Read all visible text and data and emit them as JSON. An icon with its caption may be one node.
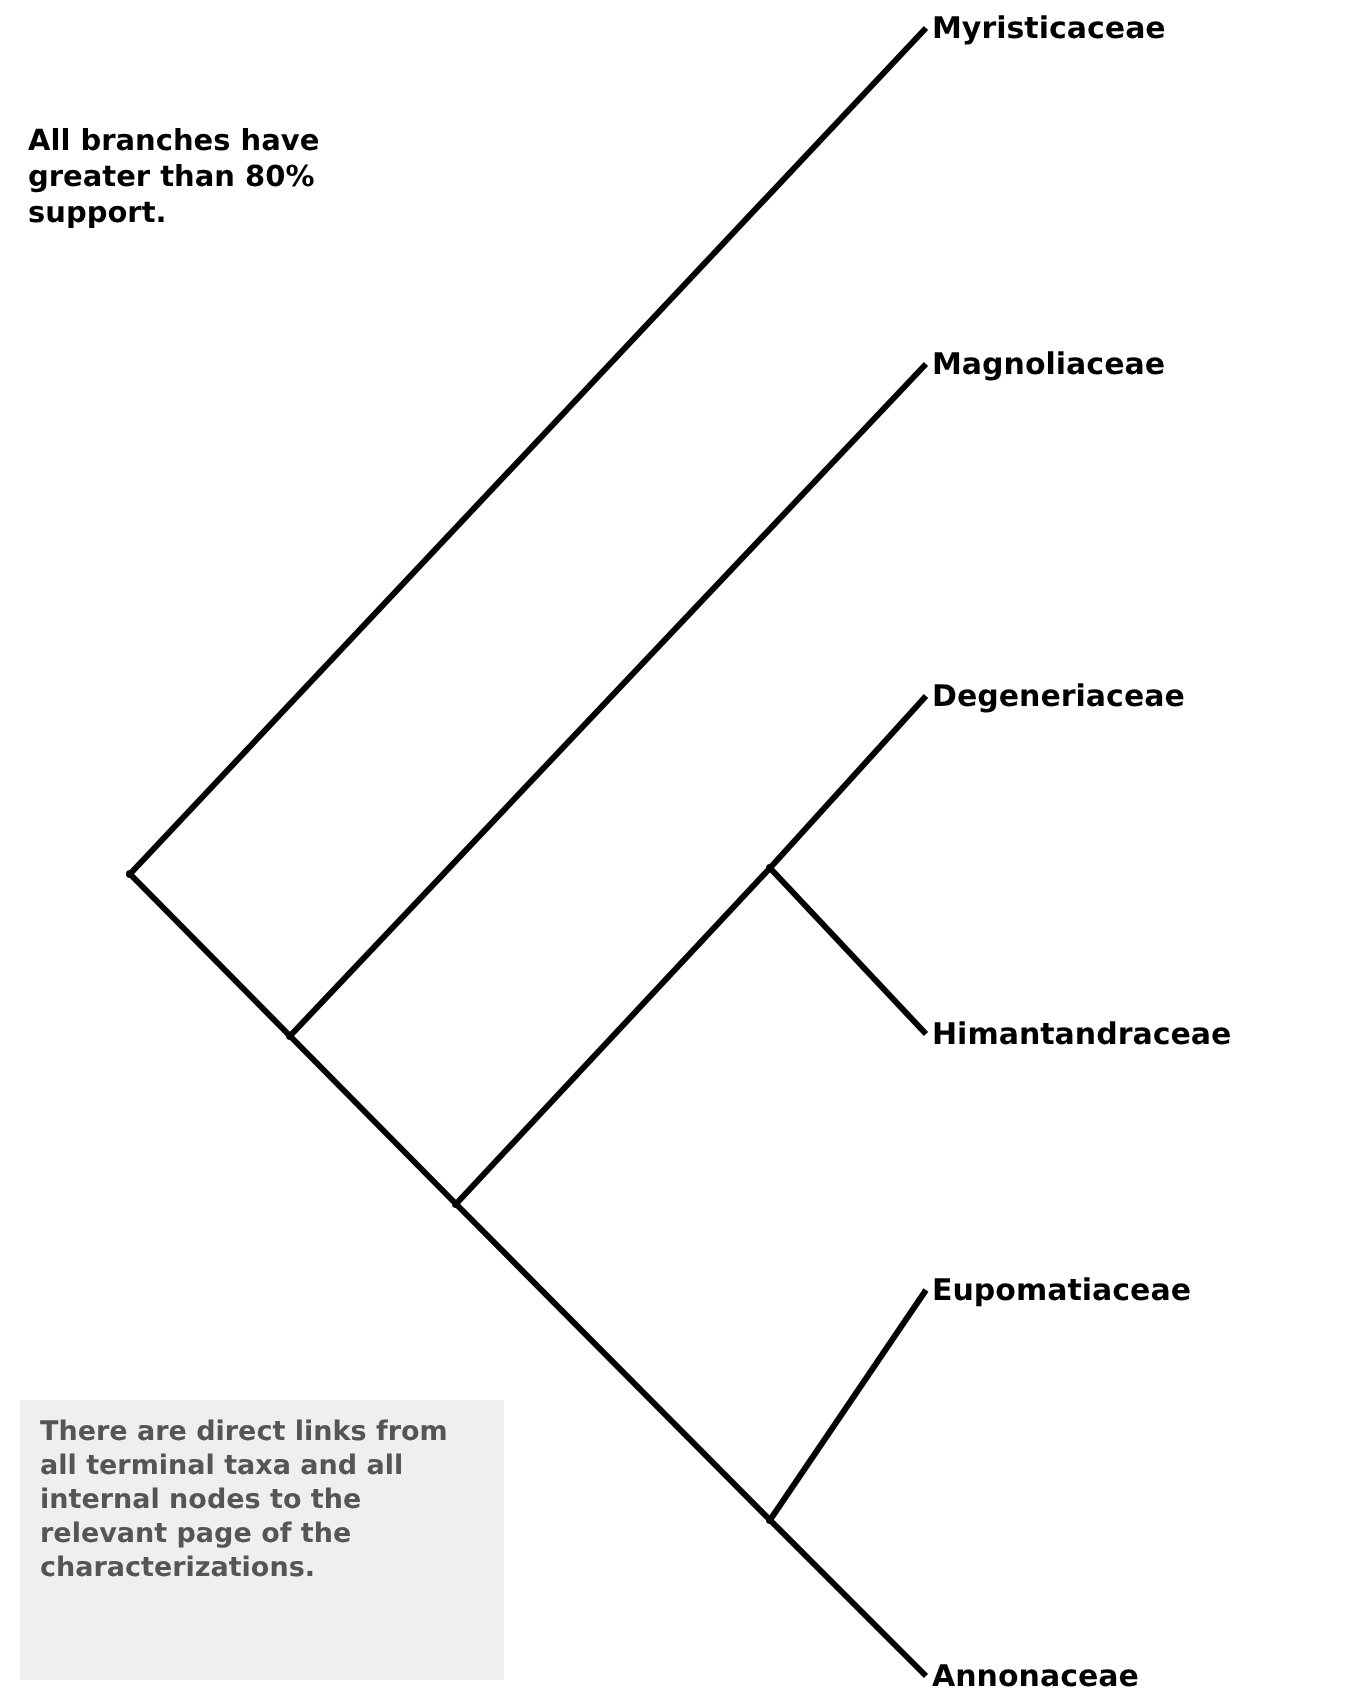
{
  "diagram": {
    "nodes": [
      {
        "text": [
          "Myristicaceae"
        ]
      },
      {
        "text": [
          "Magnoliaceae"
        ]
      },
      {
        "text": [
          "Degeneriaceae"
        ]
      },
      {
        "text": [
          "Himantandraceae"
        ]
      },
      {
        "text": [
          "Eupomatiaceae"
        ]
      },
      {
        "text": [
          "Annonaceae"
        ]
      },
      {
        "text": [],
        "shape": "point"
      },
      {
        "text": [],
        "shape": "point"
      },
      {
        "text": [],
        "shape": "point"
      },
      {
        "text": [],
        "shape": "point"
      },
      {
        "text": [],
        "shape": "point"
      },
      {
        "text": [
          "There are direct links from all terminal taxa and all internal nodes to the relevant page of the characterizations."
        ]
      }
    ],
    "edges": [
      {
        "from": 6,
        "to": 0,
        "arrow": "none"
      },
      {
        "from": 6,
        "to": 7,
        "arrow": "none"
      },
      {
        "from": 7,
        "to": 1,
        "arrow": "none"
      },
      {
        "from": 7,
        "to": 8,
        "arrow": "none"
      },
      {
        "from": 8,
        "to": 9,
        "arrow": "none"
      },
      {
        "from": 9,
        "to": 2,
        "arrow": "none"
      },
      {
        "from": 9,
        "to": 3,
        "arrow": "none"
      },
      {
        "from": 8,
        "to": 10,
        "arrow": "none"
      },
      {
        "from": 10,
        "to": 4,
        "arrow": "none"
      },
      {
        "from": 10,
        "to": 5,
        "arrow": "none"
      }
    ],
    "labels": [
      "All branches have greater than 80% support."
    ]
  }
}
